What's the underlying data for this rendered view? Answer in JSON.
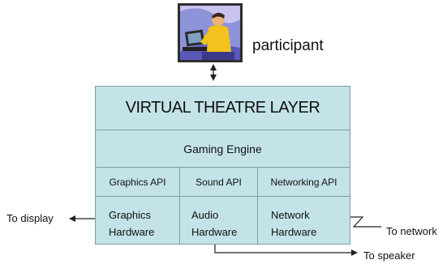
{
  "participant": {
    "label": "participant",
    "icon": "person-at-computer-icon"
  },
  "stack": {
    "layer_title": "VIRTUAL THEATRE LAYER",
    "engine_title": "Gaming Engine",
    "apis": [
      "Graphics API",
      "Sound API",
      "Networking API"
    ],
    "hardware": [
      {
        "line1": "Graphics",
        "line2": "Hardware"
      },
      {
        "line1": "Audio",
        "line2": "Hardware"
      },
      {
        "line1": "Network",
        "line2": "Hardware"
      }
    ]
  },
  "outputs": {
    "display": "To display",
    "speaker": "To speaker",
    "network": "To network"
  },
  "colors": {
    "box_fill": "#c3e3e8",
    "box_border": "#7a9ea3"
  }
}
